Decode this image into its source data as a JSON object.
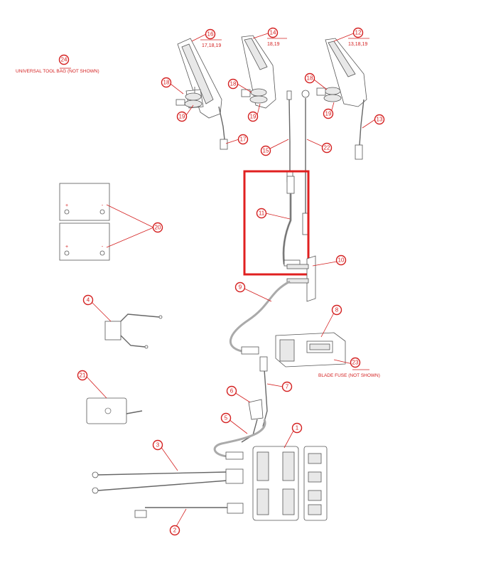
{
  "diagram": {
    "notes": {
      "tool_bag": "UNIVERSAL TOOL BAG (NOT SHOWN)",
      "blade_fuse": "BLADE FUSE (NOT SHOWN)"
    },
    "callouts": [
      "1",
      "2",
      "3",
      "4",
      "5",
      "6",
      "7",
      "8",
      "9",
      "10",
      "11",
      "12",
      "13",
      "14",
      "15",
      "16",
      "17",
      "18",
      "19",
      "20",
      "21",
      "22",
      "23",
      "24"
    ],
    "sublabels": {
      "c16": "17,18,19",
      "c14": "18,19",
      "c12": "13,18,19"
    },
    "battery_signs": {
      "plus": "+",
      "minus": "-"
    },
    "highlight_color": "#e02020",
    "callout_color": "#d42020"
  }
}
